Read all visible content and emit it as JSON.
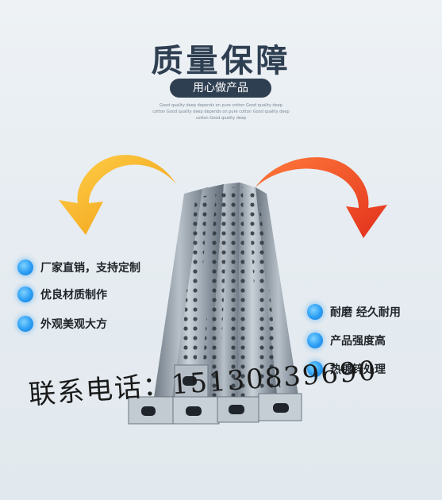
{
  "header": {
    "title": "质量保障",
    "subtitle": "用心做产品",
    "fine_print": [
      "Good quality deep depends on pure cotton Good quality deep",
      "cotton Good quality deep depends on pure cotton Good quality deep",
      "cotton Good quality deep"
    ]
  },
  "features_left": [
    "厂家直销，支持定制",
    "优良材质制作",
    "外观美观大方"
  ],
  "features_right": [
    "耐磨 经久耐用",
    "产品强度高",
    "热镀锌处理"
  ],
  "contact_text": "联系电话：15130839690",
  "colors": {
    "title": "#2f3f52",
    "pill_bg": "#2f3f52",
    "left_arrow": "#f5b21e",
    "right_arrow": "#f04a2a",
    "bullet": "#2a9df4",
    "steel": "#9aa6b2"
  },
  "icons": {
    "bullet": "blue-glow-dot-icon",
    "left_arrow": "curved-arrow-yellow",
    "right_arrow": "curved-arrow-red"
  }
}
